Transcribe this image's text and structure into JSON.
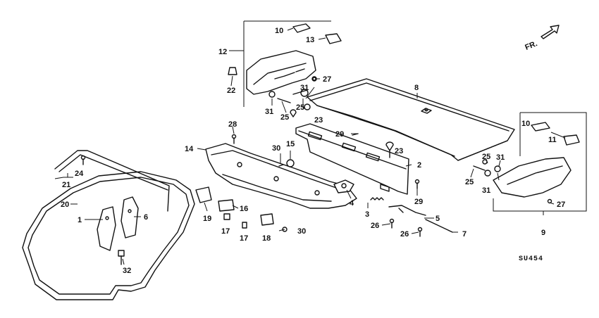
{
  "diagram": {
    "direction_label": "FR.",
    "diagram_code": "SU454",
    "callouts": [
      {
        "id": "c1",
        "text": "1"
      },
      {
        "id": "c2",
        "text": "2"
      },
      {
        "id": "c3",
        "text": "3"
      },
      {
        "id": "c4",
        "text": "4"
      },
      {
        "id": "c5",
        "text": "5"
      },
      {
        "id": "c6",
        "text": "6"
      },
      {
        "id": "c7",
        "text": "7"
      },
      {
        "id": "c8",
        "text": "8"
      },
      {
        "id": "c9",
        "text": "9"
      },
      {
        "id": "c10a",
        "text": "10"
      },
      {
        "id": "c10b",
        "text": "10"
      },
      {
        "id": "c11",
        "text": "11"
      },
      {
        "id": "c12",
        "text": "12"
      },
      {
        "id": "c13",
        "text": "13"
      },
      {
        "id": "c14",
        "text": "14"
      },
      {
        "id": "c15",
        "text": "15"
      },
      {
        "id": "c16",
        "text": "16"
      },
      {
        "id": "c17a",
        "text": "17"
      },
      {
        "id": "c17b",
        "text": "17"
      },
      {
        "id": "c18",
        "text": "18"
      },
      {
        "id": "c19",
        "text": "19"
      },
      {
        "id": "c20",
        "text": "20"
      },
      {
        "id": "c21",
        "text": "21"
      },
      {
        "id": "c22",
        "text": "22"
      },
      {
        "id": "c23a",
        "text": "23"
      },
      {
        "id": "c23b",
        "text": "23"
      },
      {
        "id": "c24",
        "text": "24"
      },
      {
        "id": "c25a",
        "text": "25"
      },
      {
        "id": "c25b",
        "text": "25"
      },
      {
        "id": "c25c",
        "text": "25"
      },
      {
        "id": "c25d",
        "text": "25"
      },
      {
        "id": "c26a",
        "text": "26"
      },
      {
        "id": "c26b",
        "text": "26"
      },
      {
        "id": "c27a",
        "text": "27"
      },
      {
        "id": "c27b",
        "text": "27"
      },
      {
        "id": "c28",
        "text": "28"
      },
      {
        "id": "c29a",
        "text": "29"
      },
      {
        "id": "c29b",
        "text": "29"
      },
      {
        "id": "c30a",
        "text": "30"
      },
      {
        "id": "c30b",
        "text": "30"
      },
      {
        "id": "c31a",
        "text": "31"
      },
      {
        "id": "c31b",
        "text": "31"
      },
      {
        "id": "c31c",
        "text": "31"
      },
      {
        "id": "c31d",
        "text": "31"
      },
      {
        "id": "c32",
        "text": "32"
      }
    ]
  }
}
